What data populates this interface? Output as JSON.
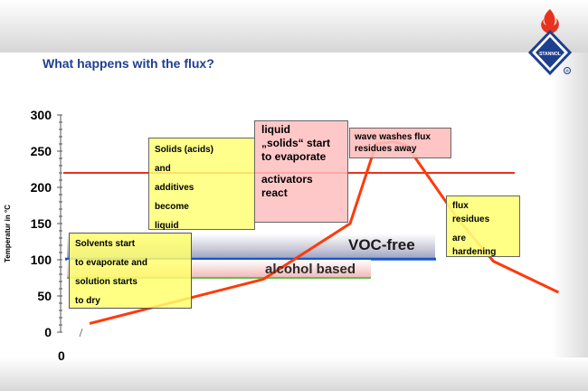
{
  "title": "What happens with the flux?",
  "colors": {
    "accent": "#1f3f8f",
    "curve": "#ff3a0a",
    "red_line": "#e8321e",
    "voc_blue": "#1a56c8",
    "green_line": "#5fbf4f"
  },
  "icons": {
    "logo": "stannol-logo-icon"
  },
  "logo_text": "STANNOL",
  "chart_data": {
    "type": "line",
    "ylabel": "Temperatur in °C",
    "xlabel": "",
    "ylim": [
      0,
      300
    ],
    "yticks": [
      "0",
      "50",
      "100",
      "150",
      "200",
      "250",
      "300"
    ],
    "xticks": [
      "0"
    ],
    "grid": false,
    "series": [
      {
        "values_xy": [
          [
            1.0,
            12
          ],
          [
            9.0,
            73
          ],
          [
            13.0,
            150
          ],
          [
            14.2,
            260
          ],
          [
            15.0,
            263
          ],
          [
            15.6,
            258
          ],
          [
            18.0,
            155
          ],
          [
            19.6,
            98
          ],
          [
            22.6,
            55
          ]
        ]
      }
    ],
    "reference_lines": [
      {
        "y": 220
      },
      {
        "y": 101,
        "label": "VOC-free"
      },
      {
        "y": 75,
        "label": "alcohol based"
      }
    ],
    "annotations": {
      "solvents": [
        "Solvents start",
        "to evaporate and",
        "solution starts",
        "to dry"
      ],
      "solids": [
        "Solids (acids)",
        "and",
        "additives",
        "become",
        "liquid"
      ],
      "liquid": [
        "liquid",
        "„solids“ start",
        "to evaporate",
        "activators",
        "react"
      ],
      "wave": [
        "wave washes flux",
        "residues away"
      ],
      "flux": [
        "flux",
        "residues",
        "are",
        "hardening"
      ]
    }
  }
}
